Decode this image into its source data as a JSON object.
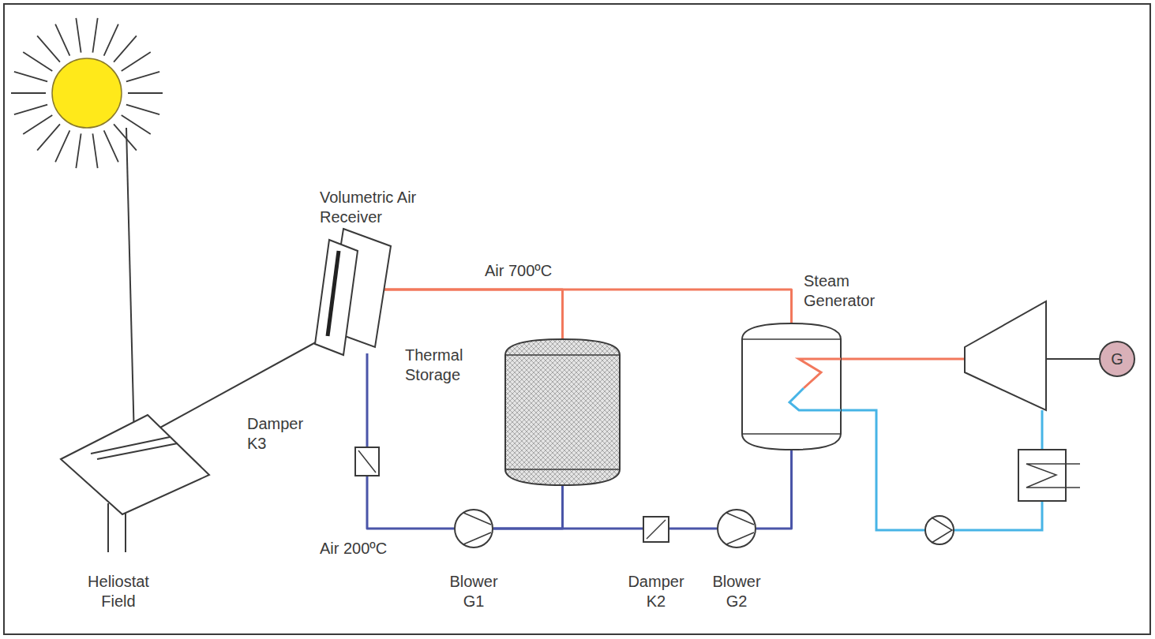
{
  "diagram": {
    "nodes": [
      {
        "text": [
          "Volumetric Air Receiver"
        ]
      },
      {
        "text": [
          "Heliostat Field"
        ]
      },
      {
        "text": [
          "Thermal Storage"
        ]
      },
      {
        "text": [
          "Steam Generator"
        ]
      },
      {
        "text": [
          "Damper K3"
        ]
      },
      {
        "text": [
          "Blower G1"
        ]
      },
      {
        "text": [
          "Damper K2"
        ]
      },
      {
        "text": [
          "Blower G2"
        ]
      },
      {
        "text": [
          "G"
        ]
      }
    ],
    "edges": [
      {
        "from": 1,
        "to": 0,
        "arrow": "none"
      },
      {
        "from": 0,
        "to": 2,
        "arrow": "none"
      },
      {
        "from": 0,
        "to": 3,
        "arrow": "none"
      },
      {
        "from": 0,
        "to": 4,
        "arrow": "none"
      },
      {
        "from": 4,
        "to": 5,
        "arrow": "none"
      },
      {
        "from": 2,
        "to": 5,
        "arrow": "none"
      },
      {
        "from": 6,
        "to": 5,
        "arrow": "none"
      },
      {
        "from": 7,
        "to": 6,
        "arrow": "none"
      },
      {
        "from": 3,
        "to": 7,
        "arrow": "none"
      }
    ],
    "labels": [
      "Air 700ºC",
      "Air 200ºC"
    ]
  }
}
